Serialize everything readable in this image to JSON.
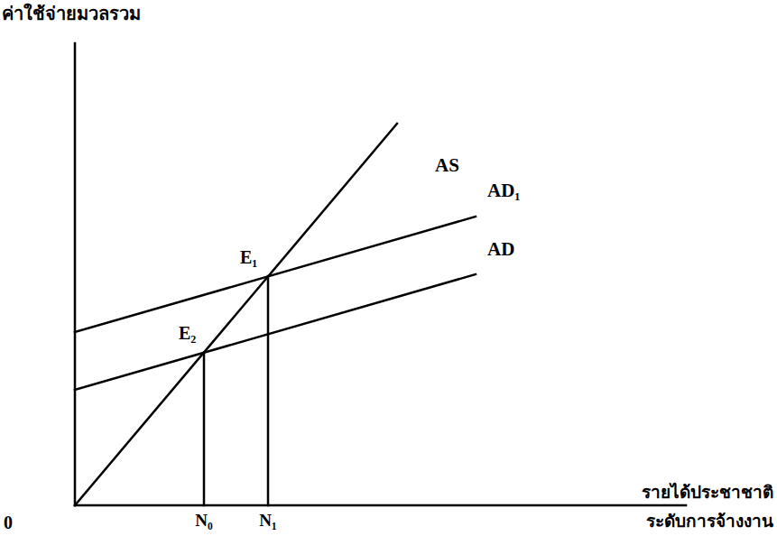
{
  "diagram": {
    "labels": [
      "ค่าใช้จ่ายมวลรวม",
      "AS",
      "AD₁",
      "AD",
      "E₁",
      "E₂",
      "0",
      "N₀",
      "N₁",
      "รายได้ประชาชาติ",
      "ระดับการจ้างงาน"
    ]
  }
}
